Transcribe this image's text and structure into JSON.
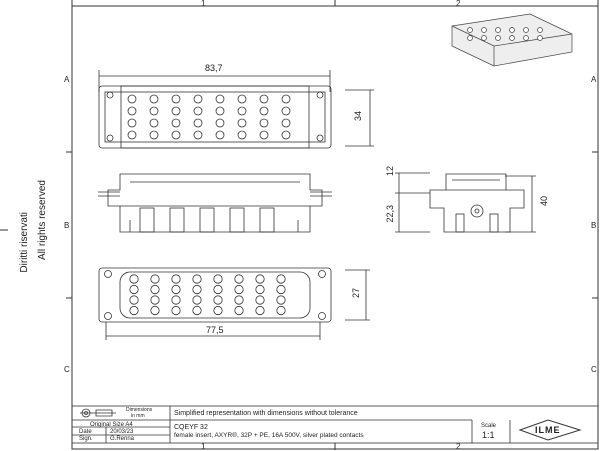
{
  "frame": {
    "cols_top": [
      "1",
      "2"
    ],
    "cols_bottom": [
      "1",
      "2"
    ],
    "rows_left": [
      "A",
      "B",
      "C"
    ],
    "rows_right": [
      "A",
      "B",
      "C"
    ]
  },
  "side_text": {
    "copyright": "All rights reserved",
    "copyright2": "Diritti riservati"
  },
  "dimensions": {
    "top_width": "83,7",
    "top_height": "34",
    "side_12": "12",
    "side_223": "22,3",
    "side_40": "40",
    "bottom_height": "27",
    "bottom_width": "77,5"
  },
  "title_block": {
    "dims_label": "Dimensions",
    "dims_unit": "in mm",
    "description_header": "Simplified representation with dimensions without tolerance",
    "original_size": "Original Size A4",
    "date_label": "Date",
    "date_value": "20/03/23",
    "sign_label": "Sign.",
    "sign_value": "G.Renna",
    "part_code": "CQEYF 32",
    "part_desc": "female insert, AXYR®, 32P + PE, 16A 500V, silver plated contacts",
    "scale_label": "Scale",
    "scale_value": "1:1",
    "logo": "ILME",
    "sheet_col": "2"
  }
}
